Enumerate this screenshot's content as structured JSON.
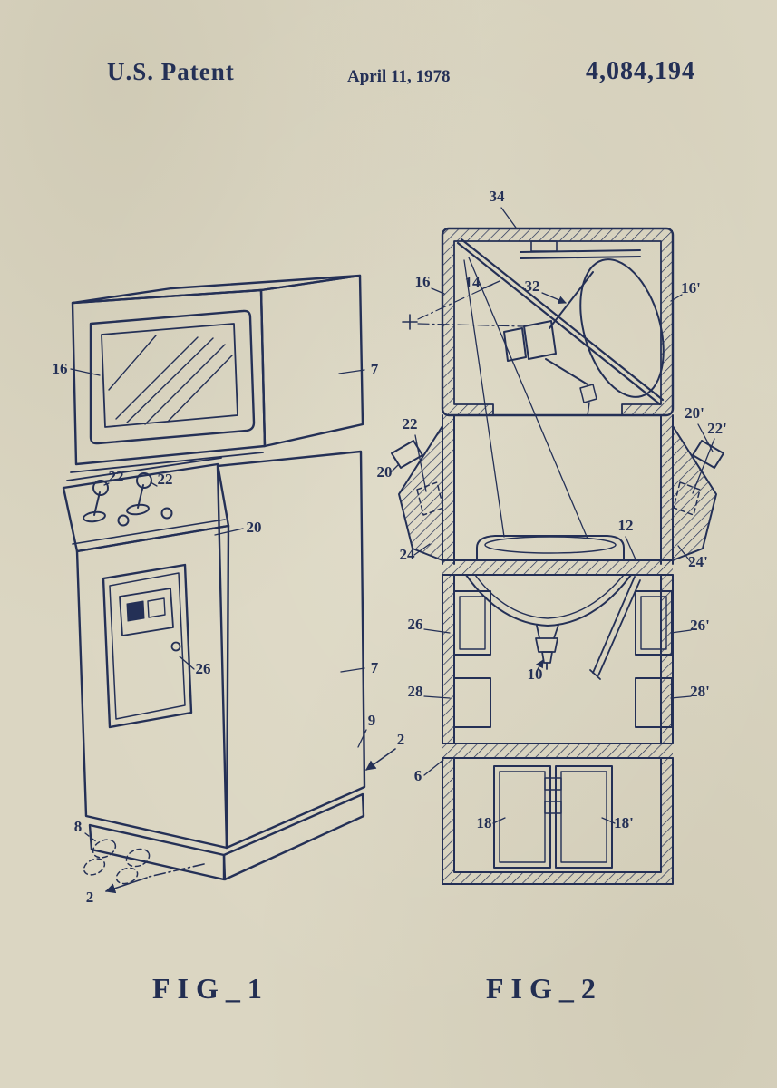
{
  "page": {
    "background_color": "#dbd6c2",
    "ink_color": "#243056"
  },
  "header": {
    "title": "U.S. Patent",
    "date": "April 11, 1978",
    "patent_number": "4,084,194"
  },
  "figures": {
    "fig1": {
      "caption": "FIG_1",
      "refs": {
        "screen": "16",
        "cabinet_top_side": "7",
        "joystick_left": "22",
        "joystick_right": "22",
        "control_panel": "20",
        "service_door": "26",
        "cabinet_lower_side": "7",
        "base": "9",
        "section_top": "2",
        "footprints": "8",
        "section_bottom": "2"
      }
    },
    "fig2": {
      "caption": "FIG_2",
      "refs": {
        "top_wall": "34",
        "left_wall": "16",
        "mirror": "14",
        "crt": "32",
        "right_wall": "16'",
        "left_lamp": "22",
        "left_cylinder": "20",
        "left_wing": "24",
        "right_cylinder": "20'",
        "right_lamp": "22'",
        "right_wing": "24'",
        "shelf": "12",
        "left_speaker": "26",
        "right_speaker": "26'",
        "nozzle": "10",
        "left_lower_box": "28",
        "right_lower_box": "28'",
        "lower_shelf": "6",
        "left_drawer": "18",
        "right_drawer": "18'"
      }
    }
  }
}
